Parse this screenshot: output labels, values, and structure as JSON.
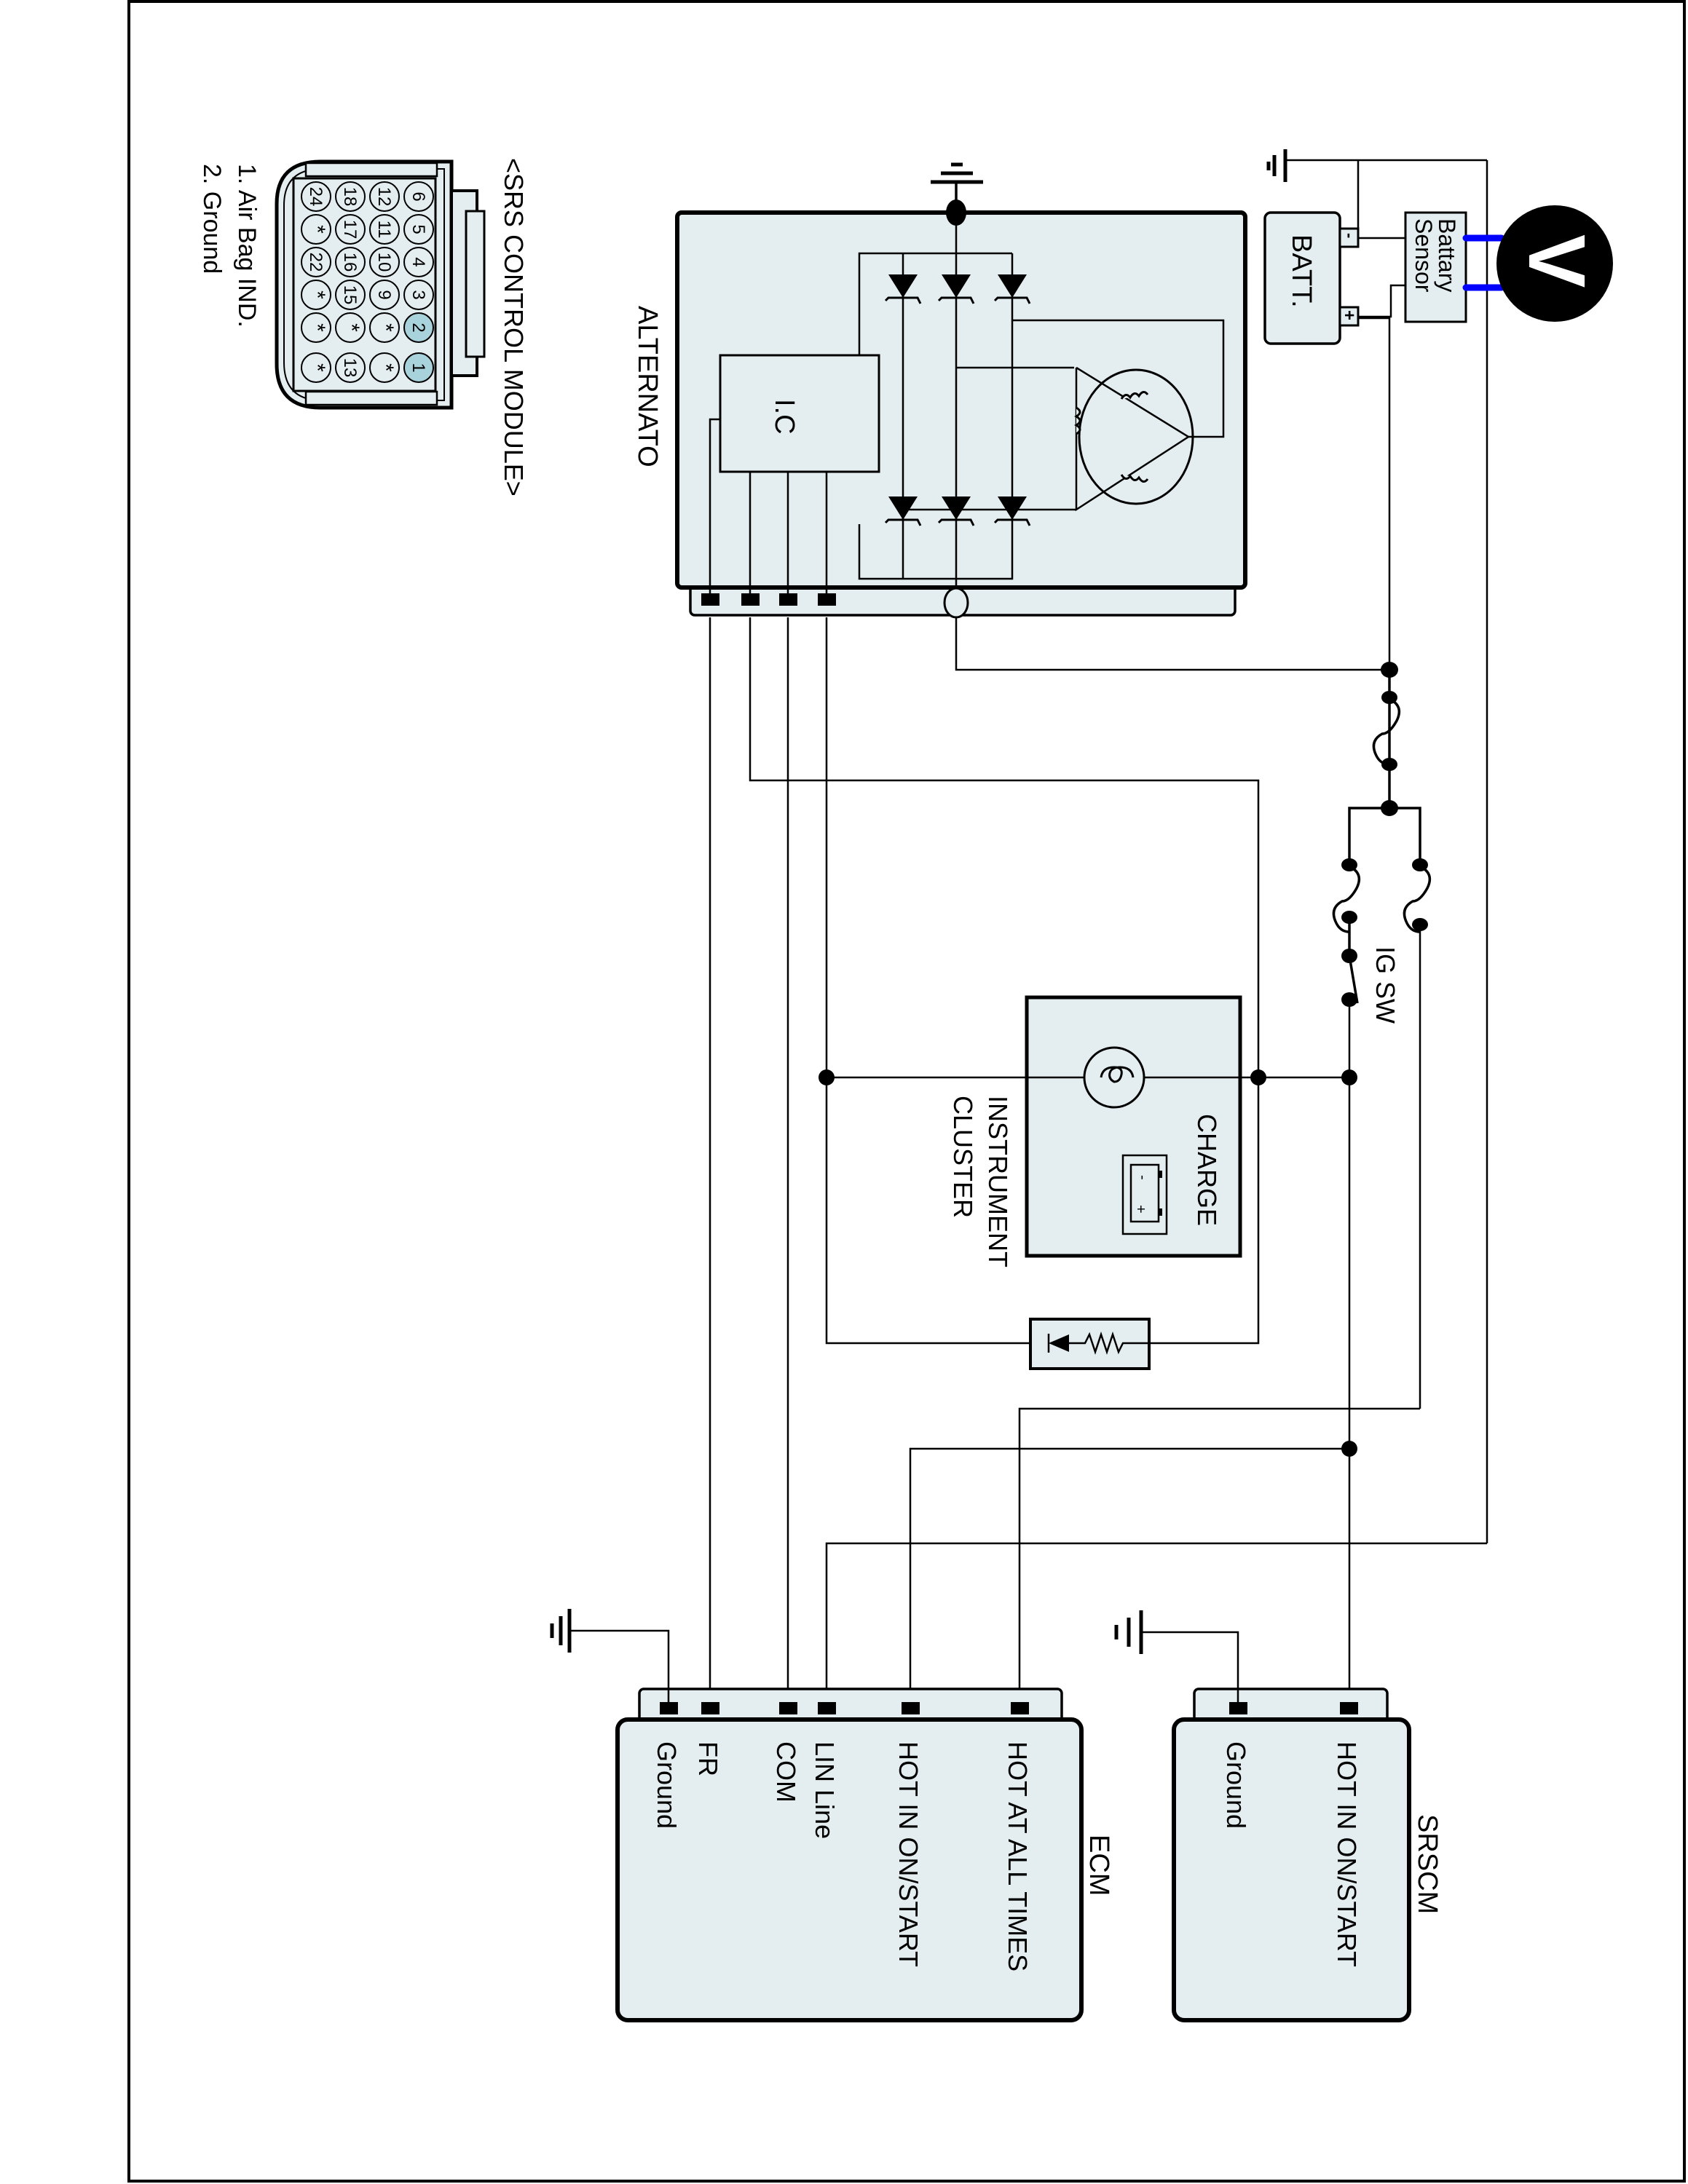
{
  "diagram": {
    "title": "Charging System Circuit",
    "colors": {
      "component_fill": "#e4eef0",
      "highlight_pin_fill": "#a9d3dc",
      "sensor_lead_color": "#0000ff",
      "wire_color": "#000000"
    },
    "srs_module": {
      "title": "<SRS CONTROL MODULE>",
      "pin_rows": [
        [
          "6",
          "5",
          "4",
          "3",
          "2",
          "1"
        ],
        [
          "12",
          "11",
          "10",
          "9",
          "*",
          "*"
        ],
        [
          "18",
          "17",
          "16",
          "15",
          "*",
          "13"
        ],
        [
          "24",
          "*",
          "22",
          "*",
          "*",
          "*"
        ]
      ],
      "highlighted_pins": [
        "1",
        "2"
      ],
      "legend": [
        "1. Air Bag IND.",
        "2. Ground"
      ]
    },
    "alternator": {
      "label": "ALTERNATO",
      "ic_label": "I.C"
    },
    "battery": {
      "label": "BATT.",
      "neg_terminal": "-",
      "pos_terminal": "+"
    },
    "battery_sensor": {
      "line1": "Battary",
      "line2": "Sensor"
    },
    "voltmeter": {
      "label": "V"
    },
    "ignition_switch": {
      "label": "IG SW"
    },
    "instrument_cluster": {
      "line1": "INSTRUMENT",
      "line2": "CLUSTER",
      "warning_lamp_label": "CHARGE",
      "lamp_icon_neg": "-",
      "lamp_icon_pos": "+"
    },
    "ecm": {
      "label": "ECM",
      "pins": [
        "Ground",
        "FR",
        "COM",
        "LIN Line",
        "HOT IN ON/START",
        "HOT AT ALL TIMES"
      ]
    },
    "srscm": {
      "label": "SRSCM",
      "pins": [
        "Ground",
        "HOT IN ON/START"
      ]
    }
  }
}
